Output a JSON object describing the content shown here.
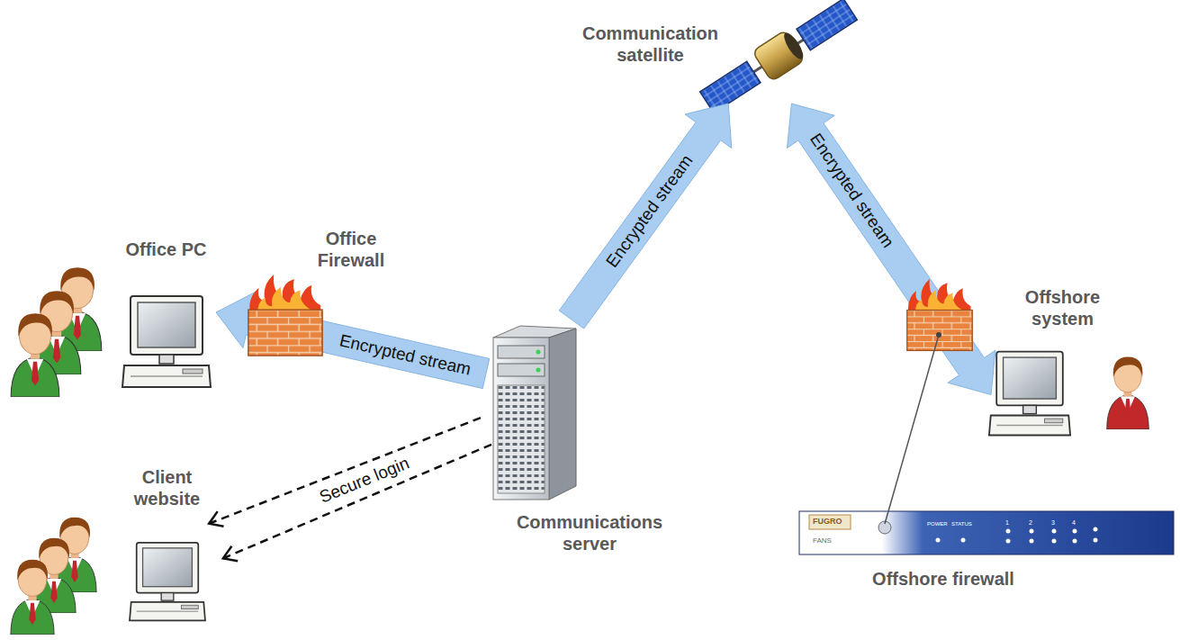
{
  "diagram": {
    "nodes": [
      {
        "text": [
          "Communication satellite"
        ]
      },
      {
        "text": [
          "Office PC"
        ]
      },
      {
        "text": [
          "Office Firewall"
        ]
      },
      {
        "text": [
          "Offshore system"
        ]
      },
      {
        "text": [
          "Communications server"
        ]
      },
      {
        "text": [
          "Client website"
        ]
      },
      {
        "text": [
          "Offshore firewall"
        ]
      }
    ],
    "edges": [
      {
        "from": 4,
        "to": 1,
        "arrow": "to",
        "label": "Encrypted stream"
      },
      {
        "from": 4,
        "to": 0,
        "arrow": "to",
        "label": "Encrypted stream"
      },
      {
        "from": 0,
        "to": 3,
        "arrow": "both",
        "label": "Encrypted stream"
      },
      {
        "from": 4,
        "to": 5,
        "arrow": "to",
        "label": "Secure login"
      }
    ],
    "labels": [
      "FUGRO",
      "FANS",
      "POWER",
      "STATUS",
      "1",
      "2",
      "3",
      "4"
    ]
  }
}
